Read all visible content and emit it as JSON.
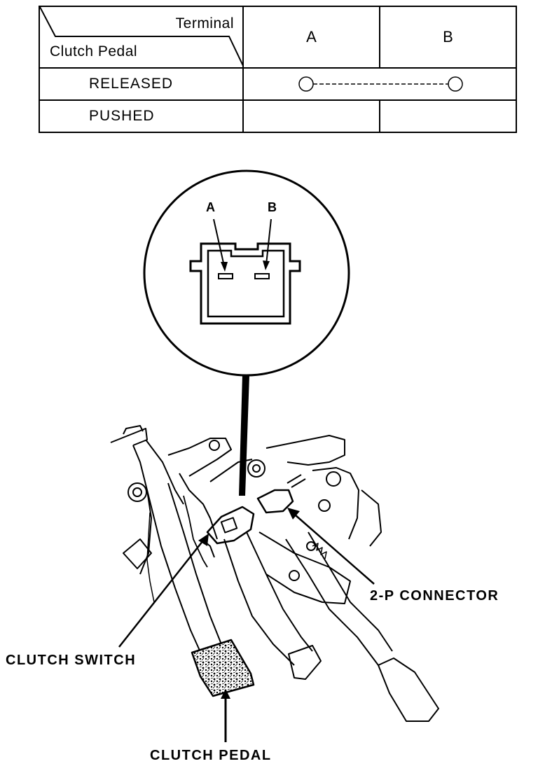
{
  "table": {
    "corner_top": "Terminal",
    "corner_bottom": "Clutch Pedal",
    "columns": [
      "A",
      "B"
    ],
    "rows": [
      {
        "label": "RELEASED",
        "continuity": [
          "A",
          "B"
        ]
      },
      {
        "label": "PUSHED",
        "continuity": []
      }
    ]
  },
  "connector": {
    "terminal_a": "A",
    "terminal_b": "B"
  },
  "callouts": {
    "connector": "2-P CONNECTOR",
    "switch": "CLUTCH SWITCH",
    "pedal": "CLUTCH PEDAL"
  }
}
